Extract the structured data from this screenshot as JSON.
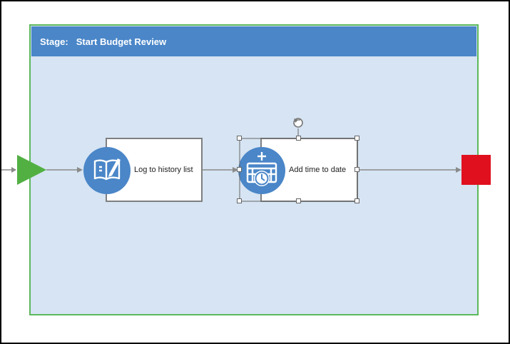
{
  "stage": {
    "label": "Stage:",
    "title": "Start Budget Review"
  },
  "actions": [
    {
      "label": "Log to history list",
      "icon": "notebook-pen-icon"
    },
    {
      "label": "Add time to date",
      "icon": "calendar-clock-icon"
    }
  ],
  "colors": {
    "stage_border": "#5cb85c",
    "stage_fill": "#d6e4f3",
    "header": "#4a86c8",
    "start": "#52b043",
    "end": "#e0101e"
  }
}
